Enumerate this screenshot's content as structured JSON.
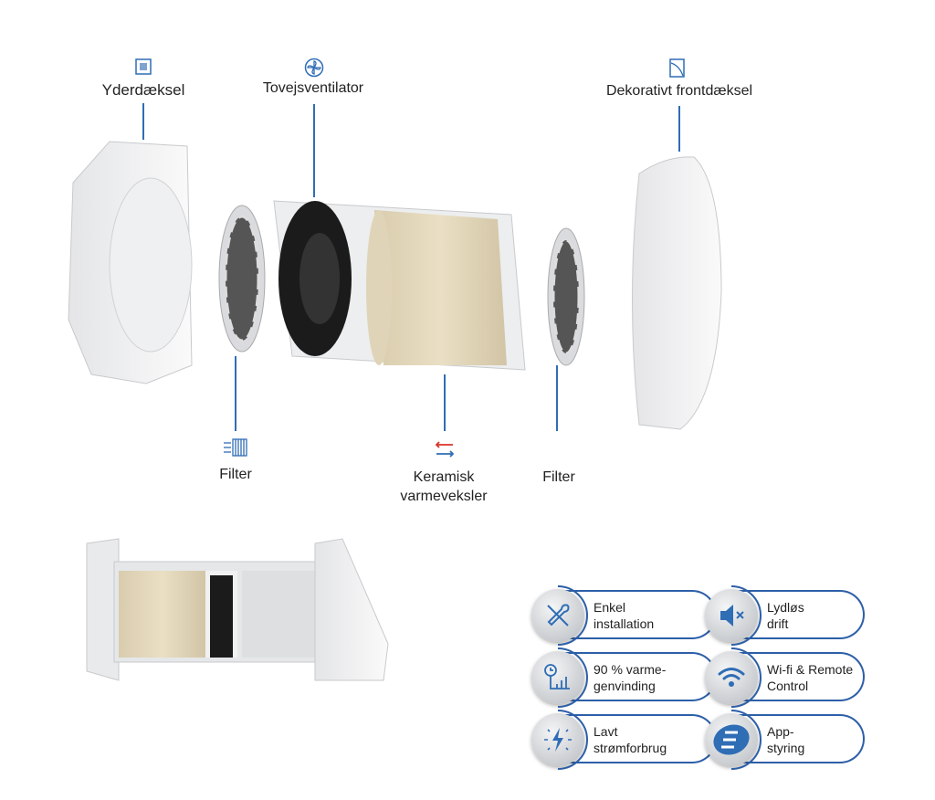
{
  "labels": {
    "outer_cover": "Yderdæksel",
    "fan": "Tovejsventilator",
    "front_cover": "Dekorativt frontdæksel",
    "filter_left": "Filter",
    "heat_exchanger_line1": "Keramisk",
    "heat_exchanger_line2": "varmeveksler",
    "filter_right": "Filter"
  },
  "features": [
    {
      "icon": "tools-icon",
      "line1": "Enkel",
      "line2": "installation"
    },
    {
      "icon": "mute-speaker-icon",
      "line1": "Lydløs",
      "line2": "drift"
    },
    {
      "icon": "clock-chart-icon",
      "line1": "90 % varme-",
      "line2": "genvinding"
    },
    {
      "icon": "wifi-icon",
      "line1": "Wi-fi & Remote",
      "line2": "Control"
    },
    {
      "icon": "lightning-icon",
      "line1": "Lavt",
      "line2": "strømforbrug"
    },
    {
      "icon": "app-logo-icon",
      "line1": "App-",
      "line2": "styring"
    }
  ],
  "colors": {
    "accent": "#2f6db5",
    "red_arrow": "#d9342b"
  }
}
